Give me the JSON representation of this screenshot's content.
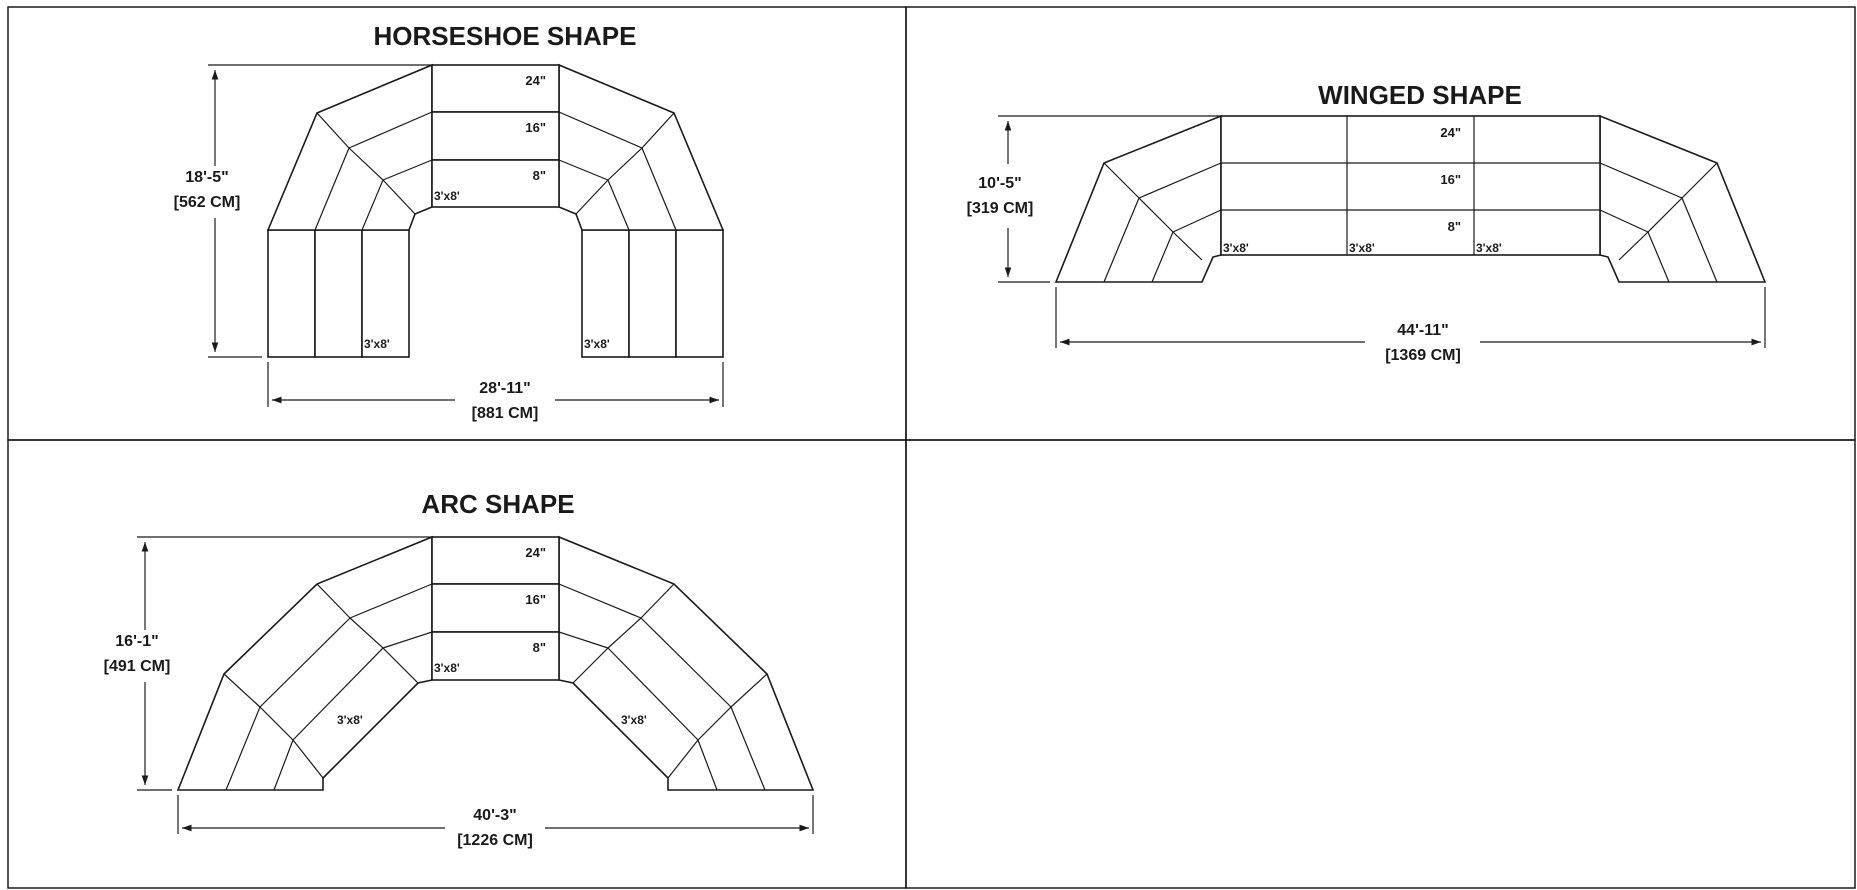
{
  "panels": {
    "horseshoe": {
      "title": "HORSESHOE SHAPE",
      "height_imperial": "18'-5\"",
      "height_metric": "[562 CM]",
      "width_imperial": "28'-11\"",
      "width_metric": "[881 CM]",
      "tiers": [
        "24\"",
        "16\"",
        "8\""
      ],
      "module_label": "3'x8'"
    },
    "winged": {
      "title": "WINGED SHAPE",
      "height_imperial": "10'-5\"",
      "height_metric": "[319 CM]",
      "width_imperial": "44'-11\"",
      "width_metric": "[1369 CM]",
      "tiers": [
        "24\"",
        "16\"",
        "8\""
      ],
      "module_label": "3'x8'"
    },
    "arc": {
      "title": "ARC SHAPE",
      "height_imperial": "16'-1\"",
      "height_metric": "[491 CM]",
      "width_imperial": "40'-3\"",
      "width_metric": "[1226 CM]",
      "tiers": [
        "24\"",
        "16\"",
        "8\""
      ],
      "module_label": "3'x8'"
    }
  },
  "colors": {
    "line": "#1a1a1a",
    "background": "#ffffff"
  }
}
